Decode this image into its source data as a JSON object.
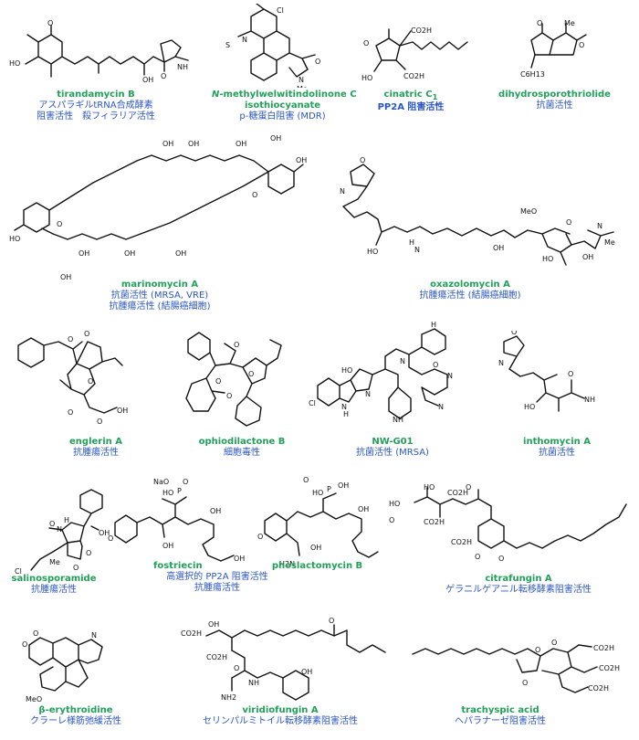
{
  "compounds": [
    {
      "name": "tirandamycin B",
      "activity": [
        "アスパラギルtRNA合成酵素",
        "阻害活性　殺フィラリア活性"
      ]
    },
    {
      "name_prefix": "N",
      "name": "-methylwelwitindolinone C",
      "name2": "isothiocyanate",
      "activity": [
        "p-糖蛋白阻害 (MDR)"
      ]
    },
    {
      "name": "cinatric C",
      "name_sub": "1",
      "activity": [
        "PP2A 阻害活性"
      ]
    },
    {
      "name": "dihydrosporothriolide",
      "activity": [
        "抗菌活性"
      ]
    },
    {
      "name": "marinomycin A",
      "activity": [
        "抗菌活性 (MRSA, VRE)",
        "抗腫瘍活性 (結腸癌細胞)"
      ]
    },
    {
      "name": "oxazolomycin A",
      "activity": [
        "抗腫瘍活性 (結腸癌細胞)"
      ]
    },
    {
      "name": "englerin A",
      "activity": [
        "抗腫瘍活性"
      ]
    },
    {
      "name": "ophiodilactone B",
      "activity": [
        "細胞毒性"
      ]
    },
    {
      "name": "NW-G01",
      "activity": [
        "抗菌活性 (MRSA)"
      ]
    },
    {
      "name": "inthomycin A",
      "activity": [
        "抗菌活性"
      ]
    },
    {
      "name": "salinosporamide",
      "activity": [
        "抗腫瘍活性"
      ]
    },
    {
      "name": "fostriecin",
      "activity": [
        "高選択的 PP2A 阻害活性",
        "抗腫瘍活性"
      ]
    },
    {
      "name": "phoslactomycin B",
      "activity": []
    },
    {
      "name": "citrafungin A",
      "activity": [
        "ゲラニルゲアニル転移酵素阻害活性"
      ]
    },
    {
      "name": "β-erythroidine",
      "activity": [
        "クラーレ様筋弛緩活性"
      ]
    },
    {
      "name": "viridiofungin A",
      "activity": [
        "セリンパルミトイル転移酵素阻害活性"
      ]
    },
    {
      "name": "trachyspic acid",
      "activity": [
        "ヘパラナーゼ阻害活性"
      ]
    }
  ],
  "atoms": {
    "ho": "HO",
    "oh": "OH",
    "o": "O",
    "me": "Me",
    "nh": "NH",
    "n": "N",
    "h": "H",
    "cl": "Cl",
    "s": "S",
    "co2h": "CO2H",
    "c6h13": "C6H13",
    "meo": "MeO",
    "nh2": "NH2",
    "h2n": "H2N",
    "nao": "NaO",
    "p": "P",
    "hn": "HN"
  }
}
